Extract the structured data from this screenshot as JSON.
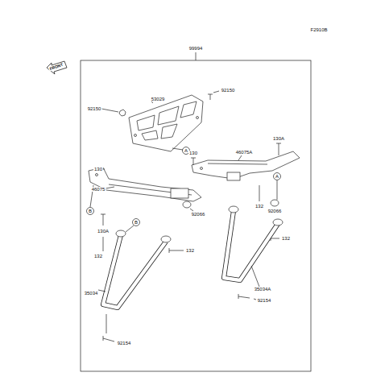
{
  "diagram": {
    "labels": [
      "F2910B",
      "FRONT",
      "99994",
      "92150",
      "53029",
      "92150",
      "A",
      "130A",
      "130",
      "46075A",
      "A",
      "130",
      "46075",
      "B",
      "92066",
      "92066",
      "130A",
      "132",
      "B",
      "132",
      "132",
      "132",
      "35034",
      "35034A",
      "92154",
      "92154"
    ]
  }
}
